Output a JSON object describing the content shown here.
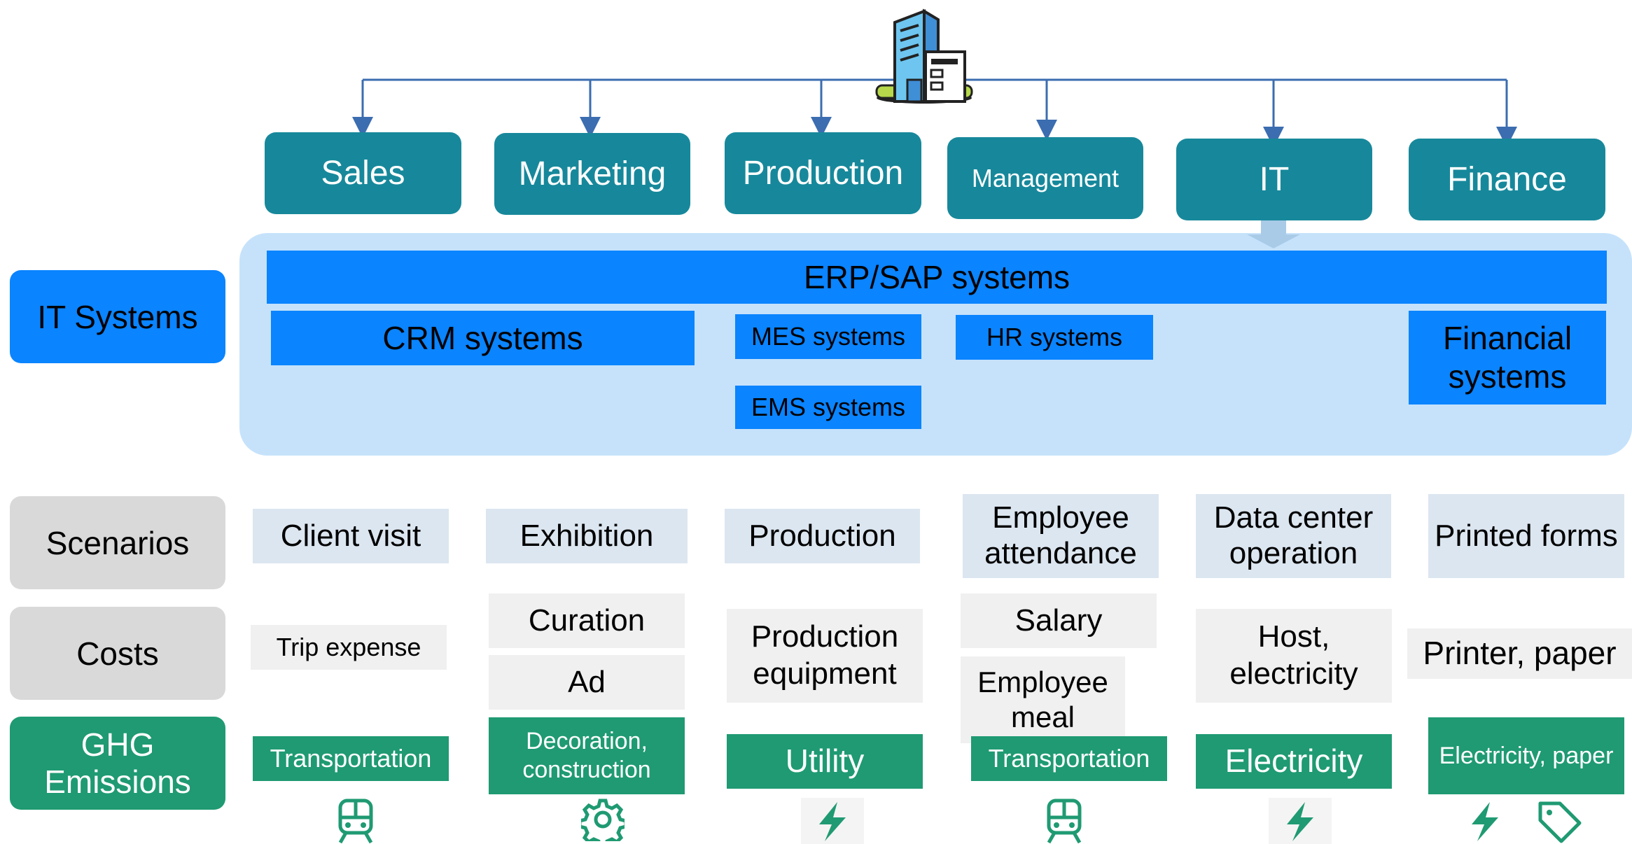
{
  "departments": [
    "Sales",
    "Marketing",
    "Production",
    "Management",
    "IT",
    "Finance"
  ],
  "row_labels": {
    "it_systems": "IT Systems",
    "scenarios": "Scenarios",
    "costs": "Costs",
    "ghg": "GHG Emissions"
  },
  "systems": {
    "erp": "ERP/SAP systems",
    "crm": "CRM systems",
    "mes": "MES systems",
    "hr": "HR systems",
    "financial": "Financial systems",
    "ems": "EMS systems"
  },
  "scenarios": [
    "Client visit",
    "Exhibition",
    "Production",
    "Employee attendance",
    "Data center operation",
    "Printed forms"
  ],
  "costs": {
    "trip": "Trip expense",
    "curation": "Curation",
    "ad": "Ad",
    "prod_equipment": "Production equipment",
    "salary": "Salary",
    "meal": "Employee meal",
    "host": "Host, electricity",
    "printer": "Printer, paper"
  },
  "ghg": [
    "Transportation",
    "Decoration, construction",
    "Utility",
    "Transportation",
    "Electricity",
    "Electricity, paper"
  ],
  "icons": [
    "train-icon",
    "gear-icon",
    "lightning-icon",
    "train-icon",
    "lightning-icon",
    "lightning-icon",
    "tag-icon"
  ],
  "colors": {
    "department": "#17889b",
    "it_blue": "#0a84ff",
    "it_background": "#c6e2fb",
    "scenario": "#dce6f0",
    "cost": "#f0f0f0",
    "ghg": "#1f9a72",
    "label_gray": "#d9d9d9"
  }
}
